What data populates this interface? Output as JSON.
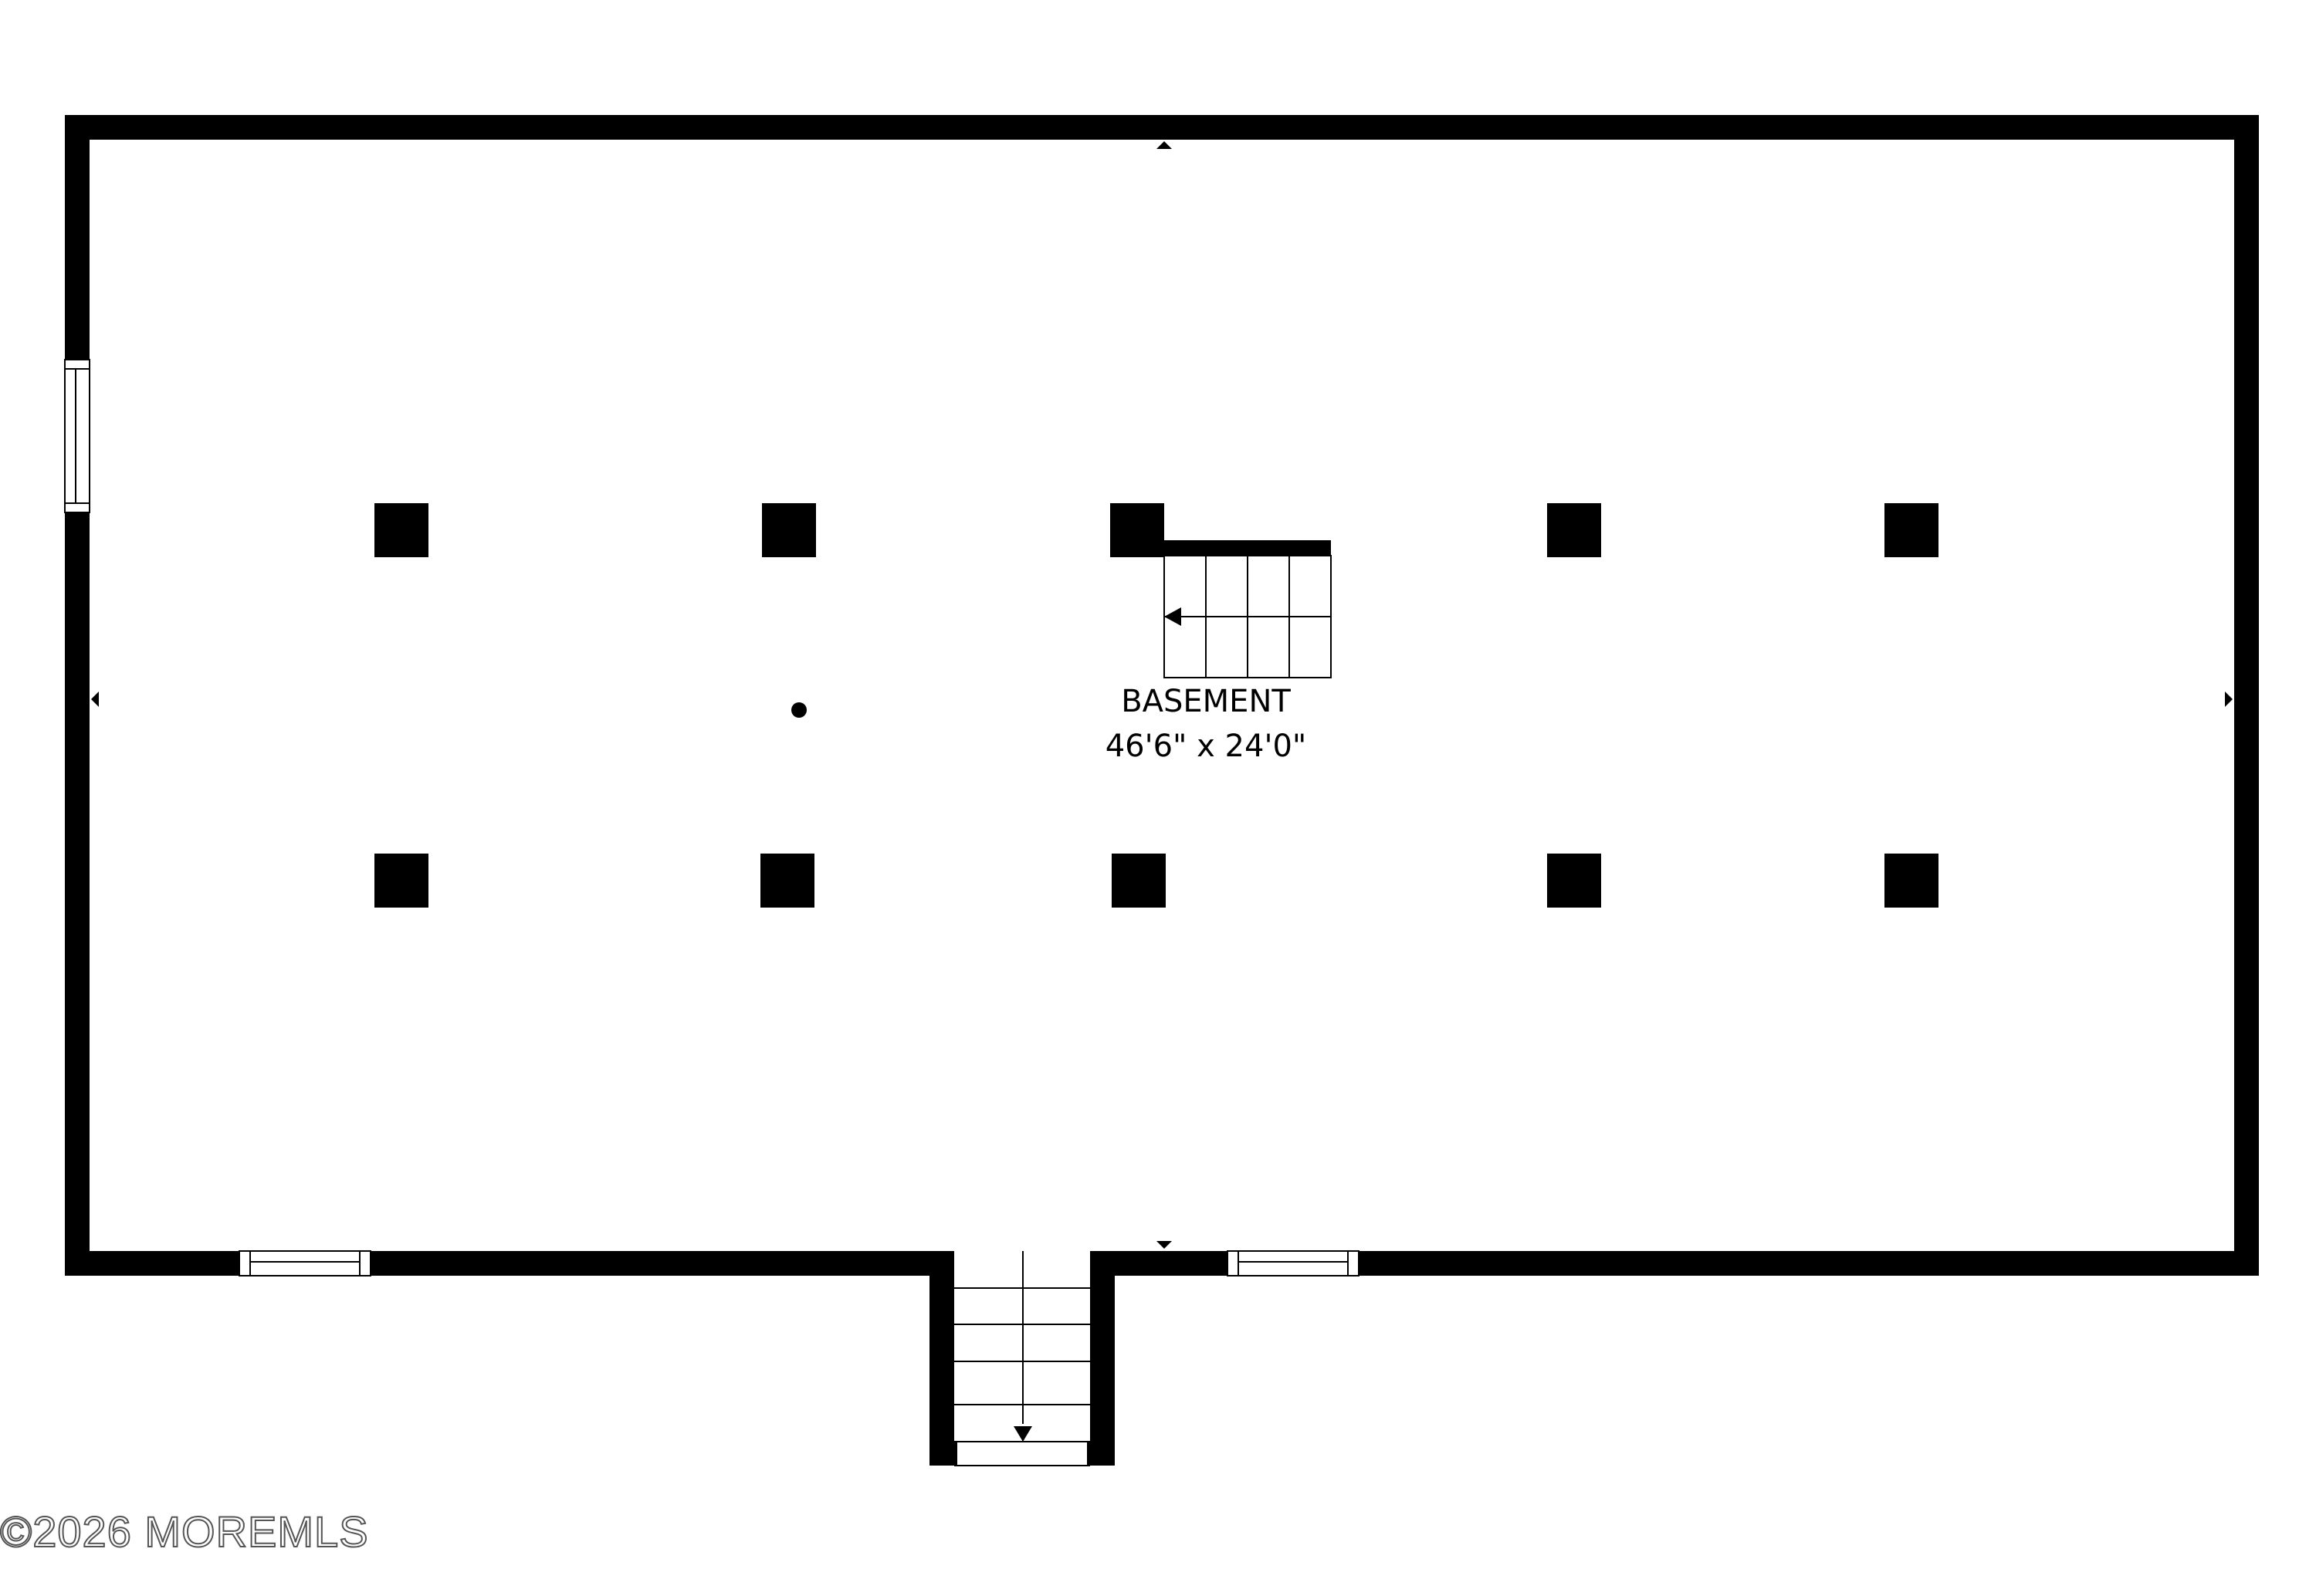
{
  "room": {
    "name": "BASEMENT",
    "dimensions": "46'6\" x 24'0\""
  },
  "watermark": {
    "text": "©2026 MOREMLS"
  },
  "colors": {
    "wall": "#000000",
    "background": "#ffffff",
    "watermark": "#555555"
  }
}
